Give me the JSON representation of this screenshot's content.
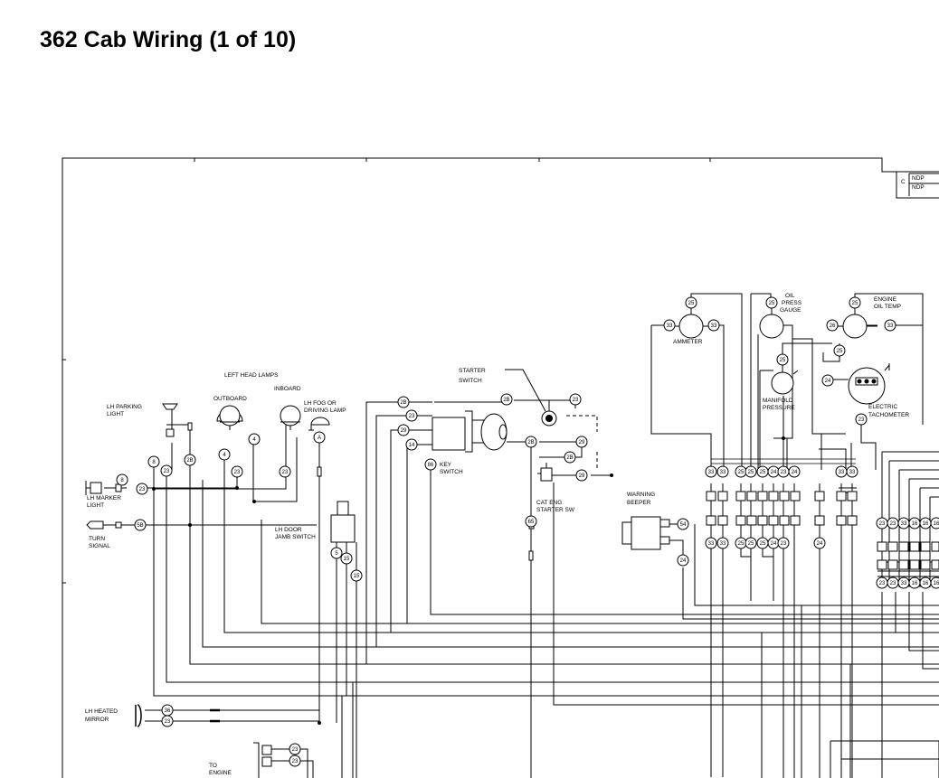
{
  "title": "362 Cab Wiring (1 of 10)",
  "titleblock": {
    "rev": "C",
    "code1": "NDP",
    "code2": "NDP"
  },
  "components": {
    "lh_parking_light": [
      "LH PARKING",
      "LIGHT"
    ],
    "left_head_lamps": [
      "LEFT HEAD LAMPS"
    ],
    "outboard": [
      "OUTBOARD"
    ],
    "inboard": [
      "INBOARD"
    ],
    "lh_fog_lamp": [
      "LH FOG OR",
      "DRIVING LAMP"
    ],
    "lh_marker_light": [
      "LH MARKER",
      "LIGHT"
    ],
    "turn_signal": [
      "TURN",
      "SIGNAL"
    ],
    "lh_door_jamb_switch": [
      "LH DOOR",
      "JAMB SWITCH"
    ],
    "starter_switch": [
      "STARTER",
      "SWITCH"
    ],
    "key_switch": [
      "KEY",
      "SWITCH"
    ],
    "cat_eng_starter_sw": [
      "CAT ENG",
      "STARTER SW"
    ],
    "warning_beeper": [
      "WARNING",
      "BEEPER"
    ],
    "ammeter": [
      "AMMETER"
    ],
    "oil_press_gauge": [
      "OIL",
      "PRESS",
      "GAUGE"
    ],
    "engine_oil_temp": [
      "ENGINE",
      "OIL TEMP"
    ],
    "manifold_pressure": [
      "MANIFOLD",
      "PRESSURE"
    ],
    "electric_tachometer": [
      "ELECTRIC",
      "TACHOMETER"
    ],
    "lh_heated_mirror": [
      "LH HEATED",
      "MIRROR"
    ],
    "to_engine": [
      "TO",
      "ENGINE"
    ]
  },
  "wire_numbers": {
    "parking": [
      "8",
      "23",
      "2B"
    ],
    "marker": [
      "8",
      "23"
    ],
    "turn": "5B",
    "lamps": [
      "4",
      "23",
      "4",
      "23",
      "A"
    ],
    "door": [
      "5",
      "15",
      "15"
    ],
    "key": [
      "2B",
      "23",
      "29",
      "14",
      "86",
      "2B",
      "23"
    ],
    "starter": [
      "2B",
      "29",
      "2B",
      "29",
      "65"
    ],
    "beeper": [
      "54",
      "24"
    ],
    "ammeter": [
      "25",
      "33",
      "33"
    ],
    "oilpress": "25",
    "engtemp": [
      "25",
      "26",
      "33"
    ],
    "manifold": [
      "25",
      "25",
      "24"
    ],
    "tach": "23",
    "row_top": [
      "33",
      "33",
      "25",
      "25",
      "25",
      "24",
      "23",
      "24",
      "33",
      "33"
    ],
    "row_bot": [
      "33",
      "33",
      "25",
      "25",
      "25",
      "24",
      "23",
      "24"
    ],
    "right_top": [
      "23",
      "23",
      "33",
      "16",
      "16",
      "16"
    ],
    "right_bot": [
      "23",
      "23",
      "33",
      "16",
      "16",
      "16"
    ],
    "mirror": [
      "36",
      "23"
    ],
    "engine": [
      "23",
      "23"
    ]
  }
}
